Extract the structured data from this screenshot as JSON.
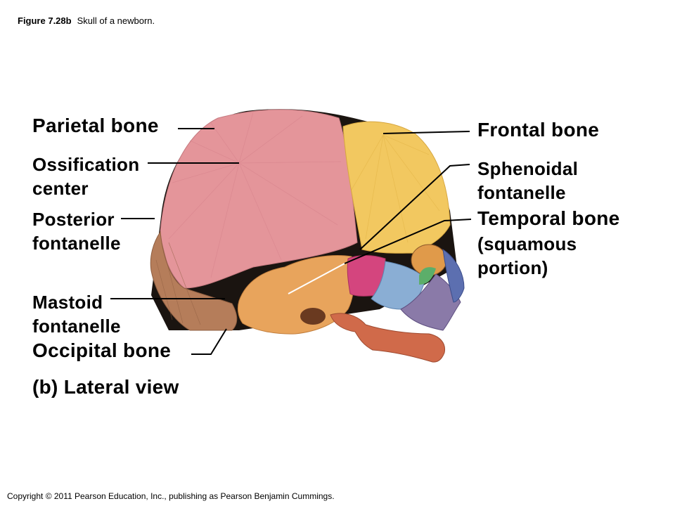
{
  "figure": {
    "number": "Figure 7.28b",
    "caption": "Skull of a newborn."
  },
  "labels": {
    "parietal": "Parietal bone",
    "ossification_1": "Ossification",
    "ossification_2": "center",
    "posterior_1": "Posterior",
    "posterior_2": "fontanelle",
    "mastoid_1": "Mastoid",
    "mastoid_2": "fontanelle",
    "occipital": "Occipital bone",
    "frontal": "Frontal bone",
    "sphenoidal_1": "Sphenoidal",
    "sphenoidal_2": "fontanelle",
    "temporal_1": "Temporal bone",
    "temporal_2": "(squamous",
    "temporal_3": "portion)"
  },
  "view_label": "(b) Lateral view",
  "copyright": "Copyright © 2011 Pearson Education, Inc., publishing as Pearson Benjamin Cummings.",
  "colors": {
    "parietal": "#e4959a",
    "frontal": "#f2c860",
    "temporal": "#e8a45c",
    "occipital": "#b57d5a",
    "sphenoid": "#d4457e",
    "zygomatic": "#8aaed4",
    "maxilla": "#8a7aa8",
    "nasal": "#5c6fb0",
    "mandible": "#d06a4a",
    "fontanelle": "#1a1410"
  }
}
